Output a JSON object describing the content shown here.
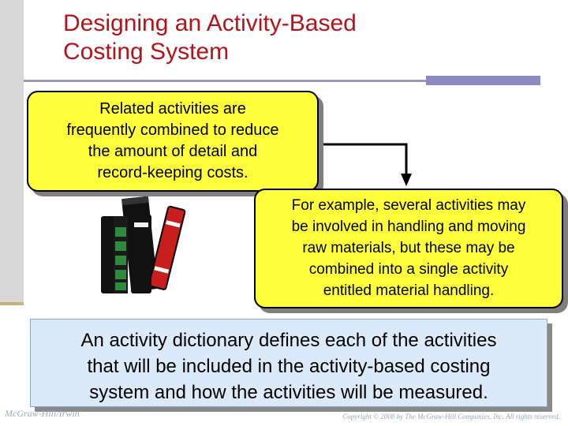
{
  "slide": {
    "title_lines": [
      "Designing an Activity-Based",
      "Costing System"
    ],
    "callout_1_lines": [
      "Related activities are",
      "frequently combined to reduce",
      "the amount of detail and",
      "record-keeping costs."
    ],
    "callout_2_lines": [
      "For example, several activities may",
      "be involved in handling and moving",
      "raw materials, but these may be",
      "combined into a single activity",
      "entitled material handling."
    ],
    "callout_3_lines": [
      "An activity dictionary defines each of the activities",
      "that will be included in the activity-based costing",
      "system and how the activities will be measured."
    ]
  },
  "footer": {
    "publisher": "McGraw-Hill/Irwin",
    "copyright": "Copyright © 2008 by The McGraw-Hill Companies, Inc. All rights reserved."
  },
  "colors": {
    "title": "#b3141b",
    "callout_yellow": "#ffff3c",
    "callout_blue": "#dce9f8",
    "accent_bar": "#8b8bc4"
  },
  "icons": [
    "connector-arrow-icon",
    "books-icon"
  ]
}
